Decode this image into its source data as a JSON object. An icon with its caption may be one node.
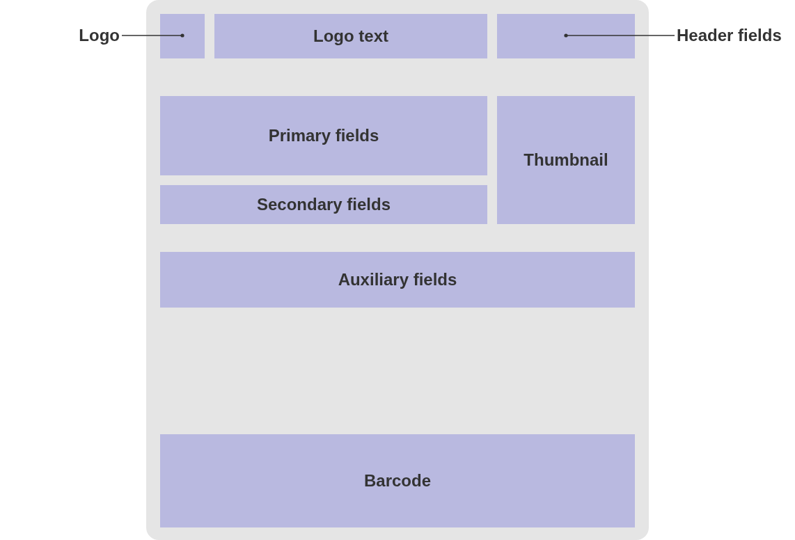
{
  "diagram": {
    "nodes": [
      {
        "text": [],
        "shape": "box"
      },
      {
        "text": [],
        "shape": "box",
        "in": 0
      },
      {
        "text": [
          "Logo text"
        ],
        "in": 0
      },
      {
        "text": [],
        "shape": "box",
        "in": 0
      },
      {
        "text": [
          "Primary fields"
        ],
        "in": 0
      },
      {
        "text": [
          "Secondary fields"
        ],
        "in": 0
      },
      {
        "text": [
          "Thumbnail"
        ],
        "in": 0
      },
      {
        "text": [
          "Auxiliary fields"
        ],
        "in": 0
      },
      {
        "text": [
          "Barcode"
        ],
        "in": 0
      },
      {
        "text": [
          "Logo"
        ]
      },
      {
        "text": [
          "Header fields"
        ]
      }
    ],
    "edges": [
      {
        "from": 9,
        "to": 1,
        "arrow": "other"
      },
      {
        "from": 10,
        "to": 3,
        "arrow": "other"
      }
    ]
  }
}
